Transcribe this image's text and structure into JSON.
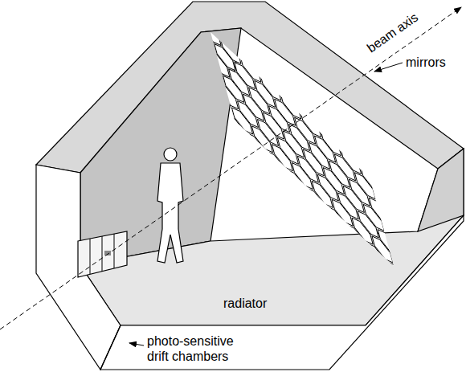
{
  "diagram": {
    "labels": [
      "beam axis",
      "mirrors",
      "radiator",
      "photo-sensitive drift chambers"
    ]
  }
}
